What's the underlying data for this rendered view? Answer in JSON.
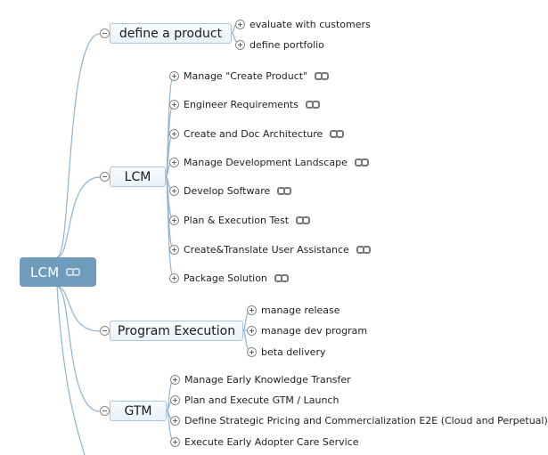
{
  "root": {
    "label": "LCM",
    "icon": "link-icon"
  },
  "branches": [
    {
      "label": "define a product",
      "children": [
        {
          "label": "evaluate with customers",
          "linked": false
        },
        {
          "label": "define portfolio",
          "linked": false
        }
      ]
    },
    {
      "label": "LCM",
      "children": [
        {
          "label": "Manage \"Create Product\"",
          "linked": true
        },
        {
          "label": "Engineer Requirements",
          "linked": true
        },
        {
          "label": "Create and Doc Architecture",
          "linked": true
        },
        {
          "label": "Manage Development Landscape",
          "linked": true
        },
        {
          "label": "Develop Software",
          "linked": true
        },
        {
          "label": "Plan & Execution Test",
          "linked": true
        },
        {
          "label": "Create&Translate User Assistance",
          "linked": true
        },
        {
          "label": "Package Solution",
          "linked": true
        }
      ]
    },
    {
      "label": "Program Execution",
      "children": [
        {
          "label": "manage release",
          "linked": false
        },
        {
          "label": "manage dev program",
          "linked": false
        },
        {
          "label": "beta delivery",
          "linked": false
        }
      ]
    },
    {
      "label": "GTM",
      "children": [
        {
          "label": "Manage Early Knowledge Transfer",
          "linked": false
        },
        {
          "label": "Plan and Execute GTM / Launch",
          "linked": false
        },
        {
          "label": "Define Strategic Pricing and Commercialization E2E (Cloud and Perpetual)",
          "linked": false
        },
        {
          "label": "Execute Early Adopter Care Service",
          "linked": false
        }
      ]
    }
  ],
  "colors": {
    "root_fill": "#6f9cbd",
    "connector": "#8fb3cf",
    "branch_border": "#a9c6de"
  }
}
